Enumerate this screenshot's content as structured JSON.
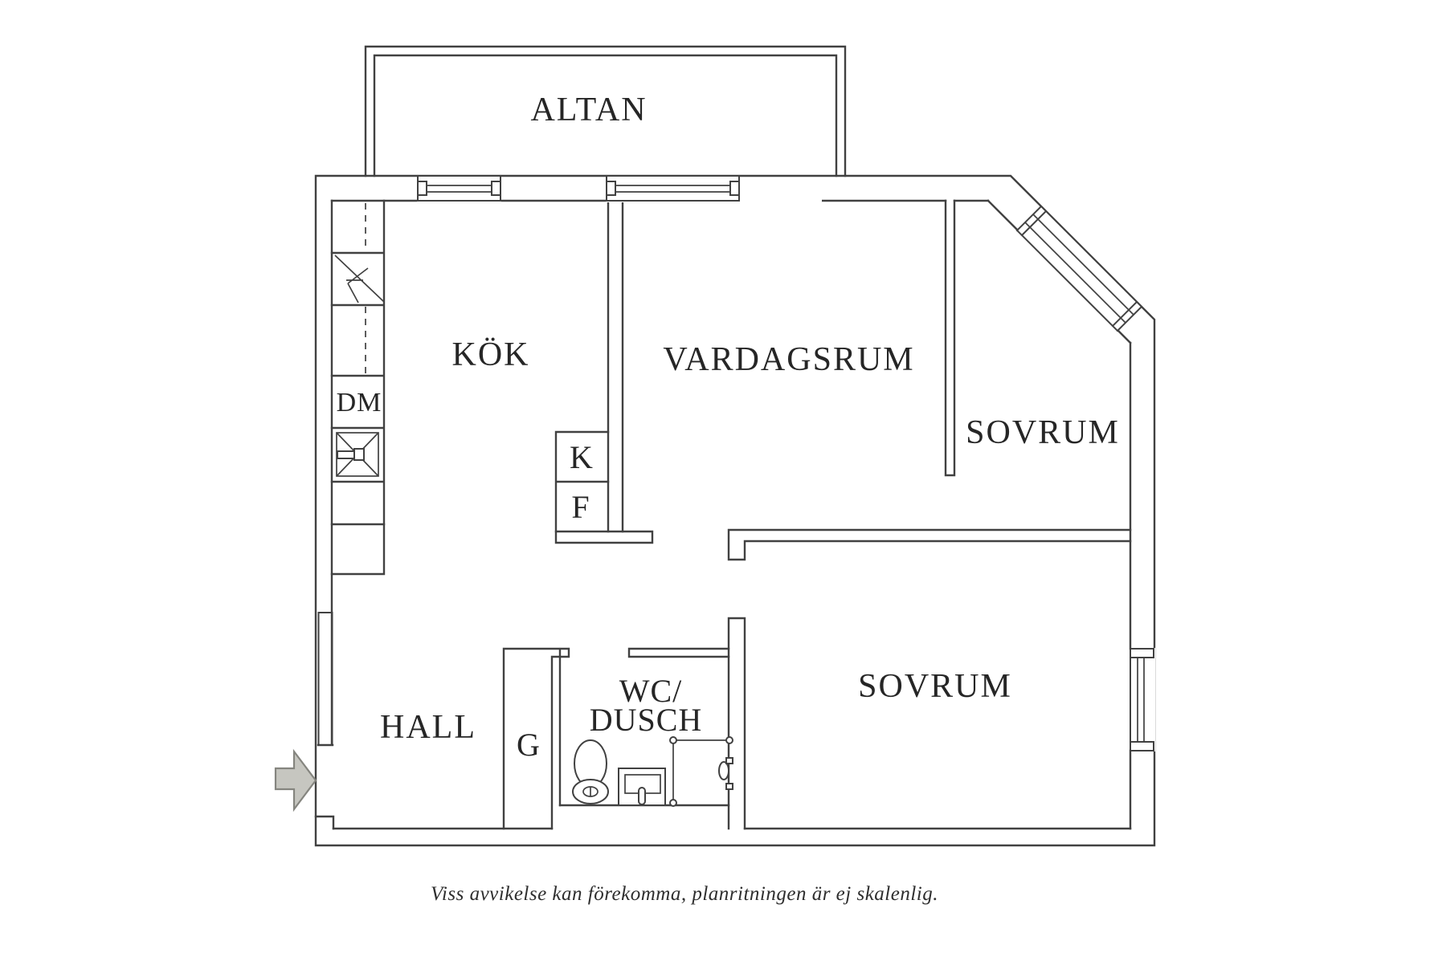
{
  "balcony": {
    "label": "ALTAN"
  },
  "rooms": {
    "kitchen": "KÖK",
    "living_room": "VARDAGSRUM",
    "bedroom_upper": "SOVRUM",
    "bedroom_lower": "SOVRUM",
    "hall": "HALL",
    "bathroom_line1": "WC/",
    "bathroom_line2": "DUSCH"
  },
  "closets": {
    "wardrobe": "G"
  },
  "appliances": {
    "dishwasher": "DM",
    "fridge": "K",
    "freezer": "F"
  },
  "footer": {
    "disclaimer": "Viss avvikelse kan förekomma, planritningen är ej skalenlig."
  },
  "colors": {
    "background": "#ffffff",
    "wall_line": "#414141",
    "label_text": "#262626",
    "entry_arrow_fill": "#c6c6c0",
    "entry_arrow_stroke": "#85857f"
  }
}
